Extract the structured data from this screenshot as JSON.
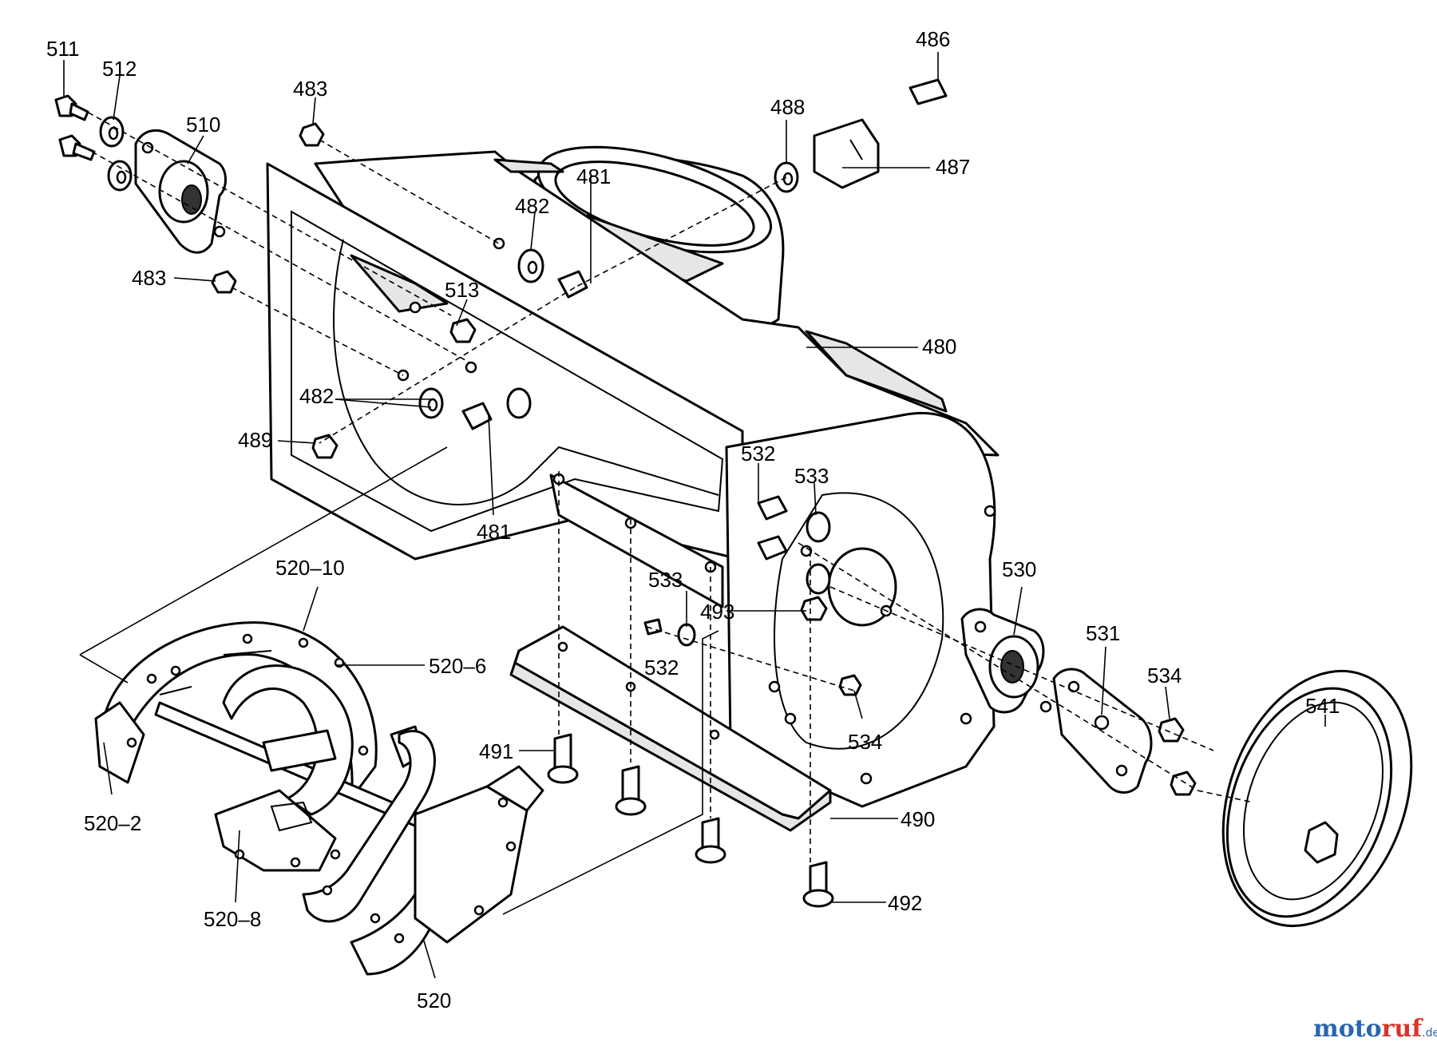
{
  "diagram": {
    "callouts": {
      "p511": "511",
      "p512": "512",
      "p510": "510",
      "p483a": "483",
      "p483b": "483",
      "p486": "486",
      "p488": "488",
      "p487": "487",
      "p481a": "481",
      "p481b": "481",
      "p482a": "482",
      "p482b": "482",
      "p513": "513",
      "p480": "480",
      "p489": "489",
      "p532a": "532",
      "p532b": "532",
      "p533a": "533",
      "p533b": "533",
      "p520_10": "520–10",
      "p520_6": "520–6",
      "p520_2": "520–2",
      "p520_8": "520–8",
      "p520": "520",
      "p493": "493",
      "p534a": "534",
      "p534b": "534",
      "p530": "530",
      "p531": "531",
      "p541": "541",
      "p491": "491",
      "p490": "490",
      "p492": "492"
    },
    "watermark": {
      "part1": "moto",
      "part2": "ruf",
      "suffix": ".de"
    }
  }
}
